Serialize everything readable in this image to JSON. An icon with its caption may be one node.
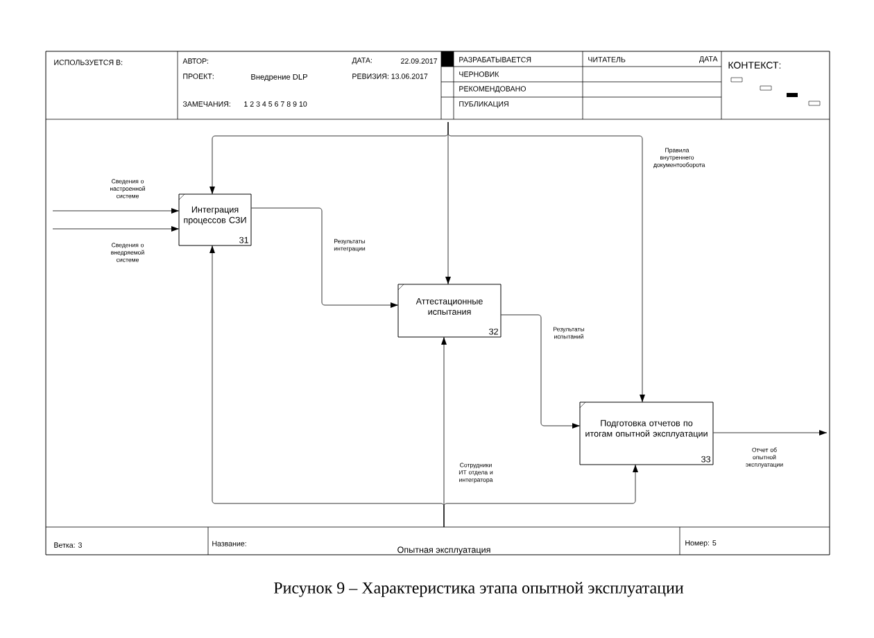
{
  "diagram": {
    "caption": "Рисунок 9 – Характеристика этапа опытной эксплуатации",
    "nodes": [
      {
        "text": [
          "Интеграция процессов СЗИ",
          "31"
        ]
      },
      {
        "text": [
          "Аттестационные испытания",
          "32"
        ]
      },
      {
        "text": [
          "Подготовка отчетов по итогам опытной эксплуатации",
          "33"
        ]
      }
    ],
    "edges": [
      {
        "from": null,
        "to": 0,
        "arrow": "to",
        "label": "Сведения о настроенной системе"
      },
      {
        "from": null,
        "to": 0,
        "arrow": "to",
        "label": "Сведения о внедряемой системе"
      },
      {
        "from": 0,
        "to": 1,
        "arrow": "to",
        "label": "Результаты интеграции"
      },
      {
        "from": 1,
        "to": 2,
        "arrow": "to",
        "label": "Результаты испытаний"
      },
      {
        "from": null,
        "to": 0,
        "arrow": "to"
      },
      {
        "from": null,
        "to": 1,
        "arrow": "to"
      },
      {
        "from": null,
        "to": 2,
        "arrow": "to",
        "label": "Правила внутреннего документооборота"
      },
      {
        "from": null,
        "to": 0,
        "arrow": "to"
      },
      {
        "from": null,
        "to": 1,
        "arrow": "to",
        "label": "Сотрудники ИТ отдела и интегратора"
      },
      {
        "from": null,
        "to": 2,
        "arrow": "to"
      },
      {
        "from": 2,
        "to": null,
        "arrow": "to",
        "label": "Отчет об опытной эксплуатации"
      }
    ],
    "labels": [
      "ИСПОЛЬЗУЕТСЯ В:",
      "АВТОР:",
      "ДАТА:",
      "22.09.2017",
      "ПРОЕКТ:",
      "Внедрение DLP",
      "РЕВИЗИЯ: 13.06.2017",
      "ЗАМЕЧАНИЯ:",
      "1 2 3 4 5 6 7 8 9 10",
      "РАЗРАБАТЫВАЕТСЯ",
      "ЧИТАТЕЛЬ",
      "ДАТА",
      "КОНТЕКСТ:",
      "ЧЕРНОВИК",
      "РЕКОМЕНДОВАНО",
      "ПУБЛИКАЦИЯ",
      "Ветка: 3",
      "Название:",
      "Опытная эксплуатация",
      "Номер: 5"
    ]
  }
}
